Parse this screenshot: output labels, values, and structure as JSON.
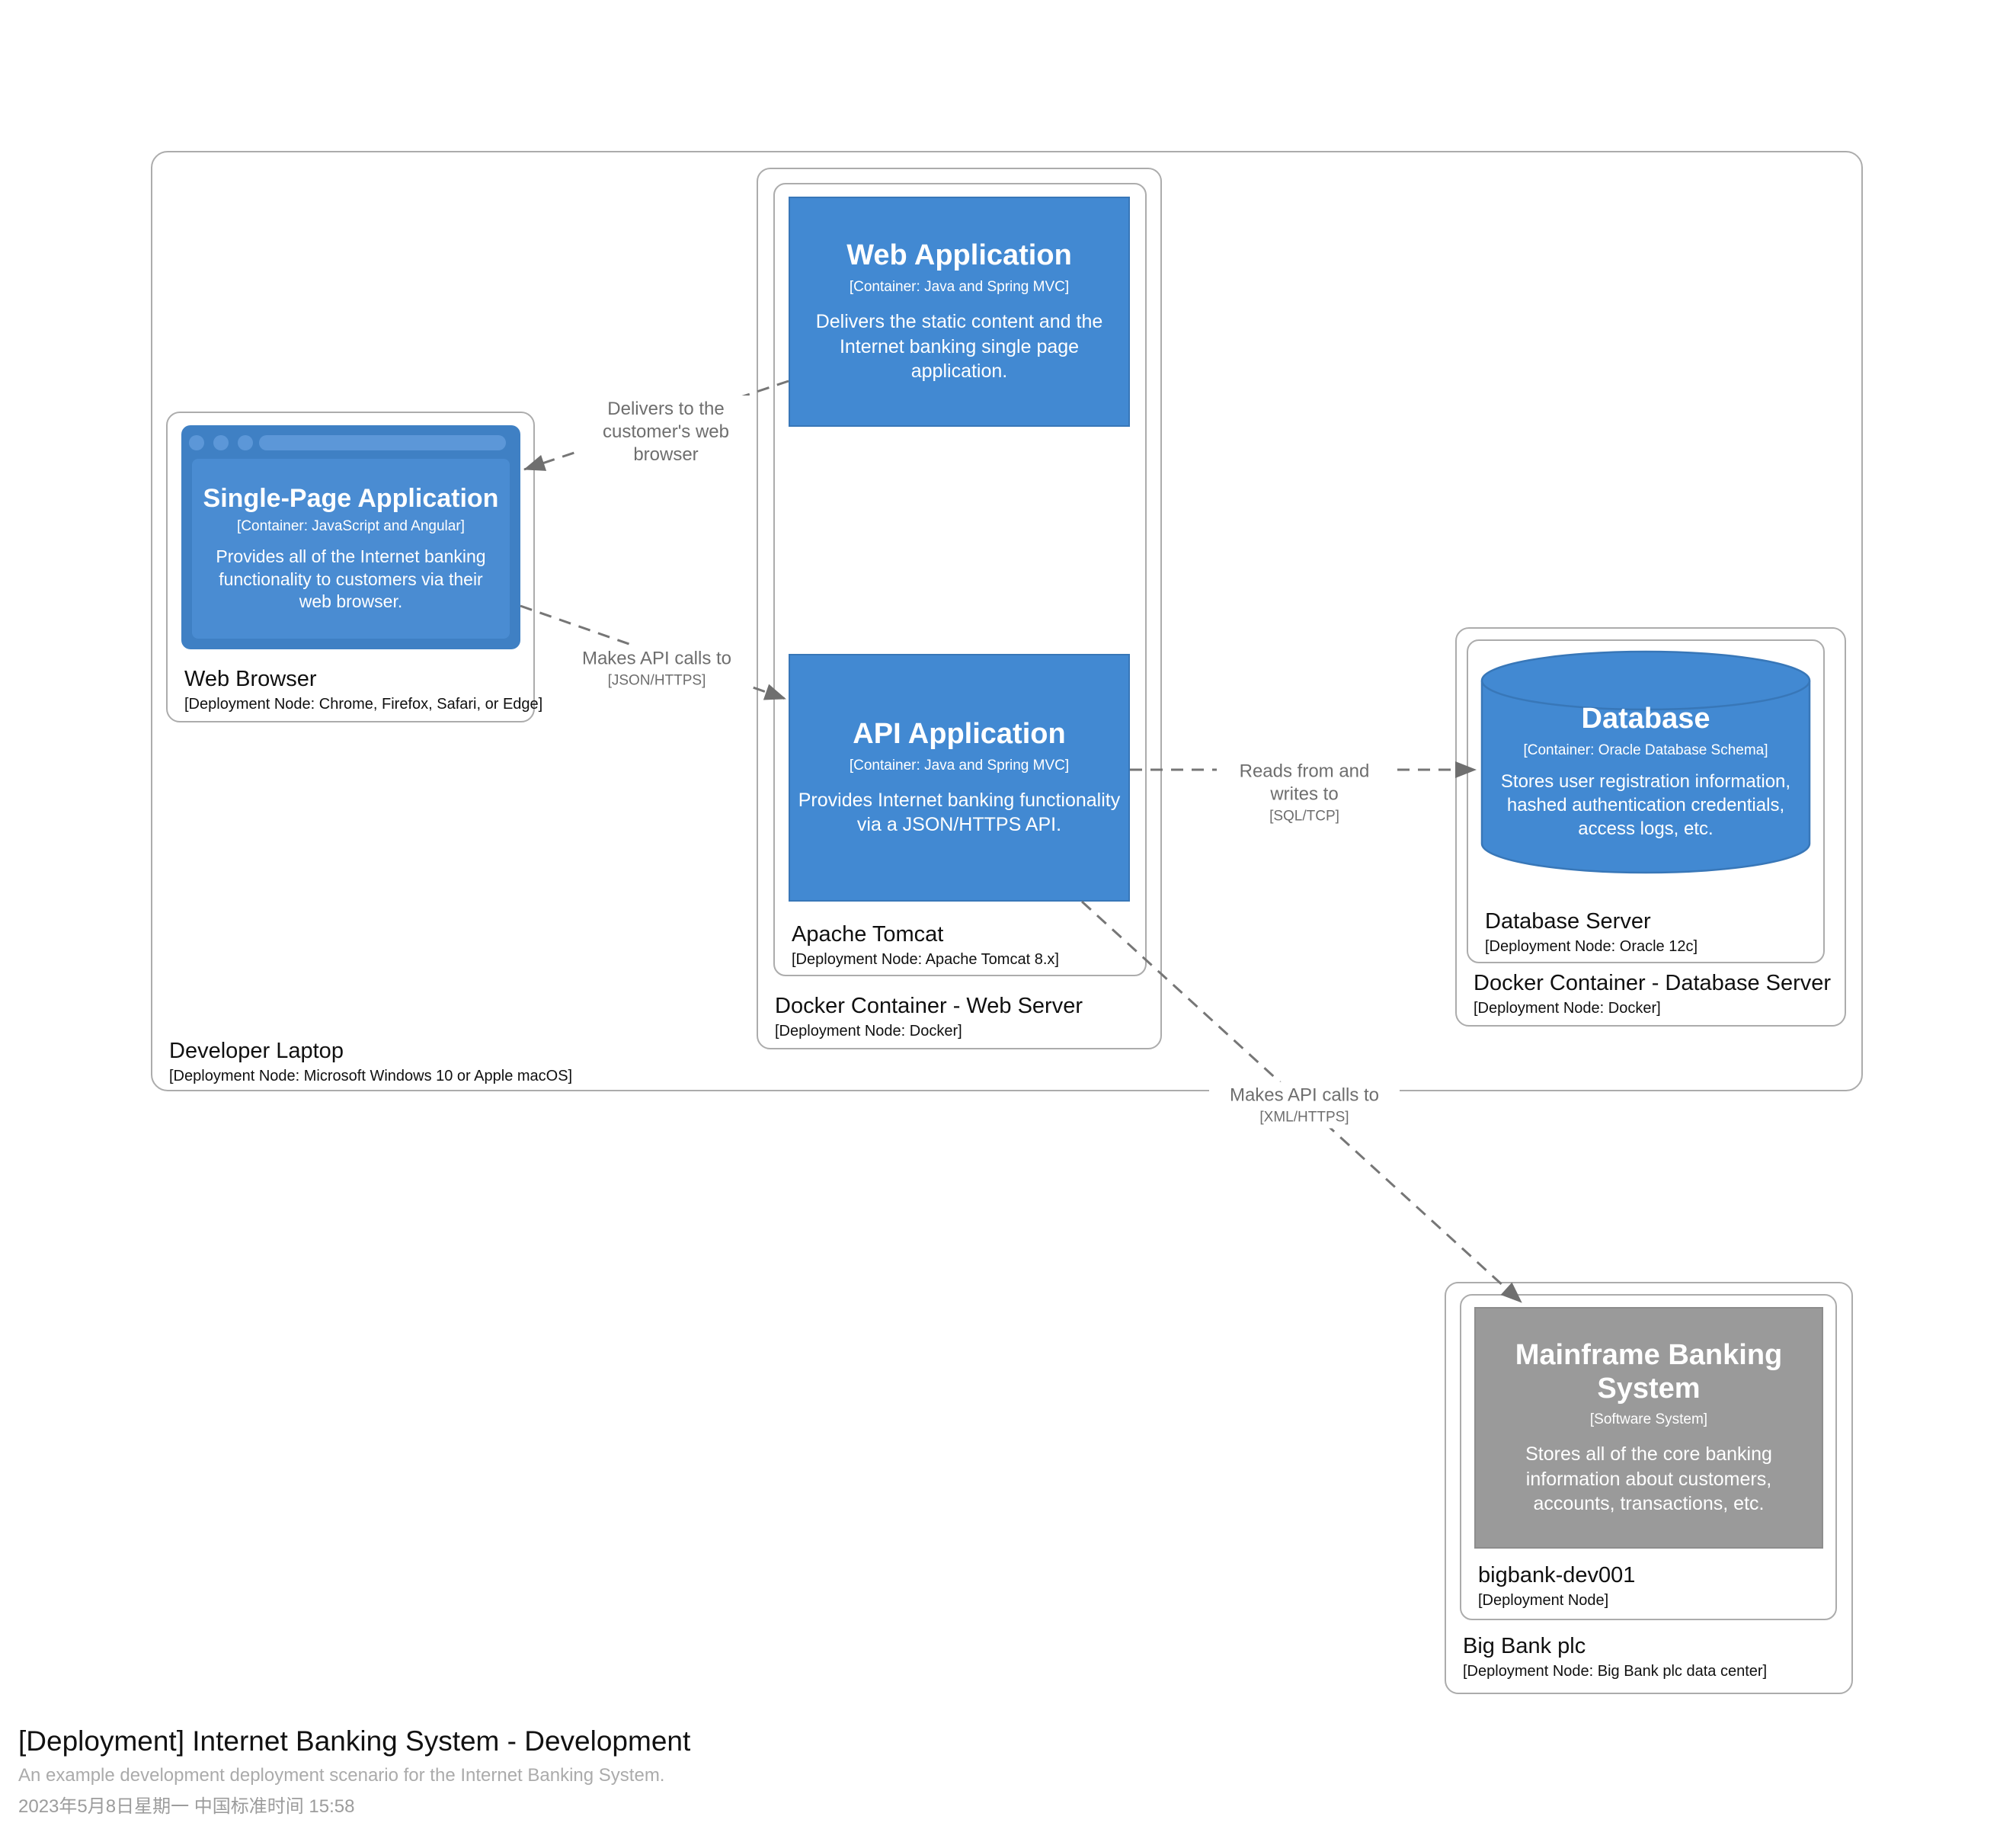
{
  "diagram": {
    "title": "[Deployment] Internet Banking System - Development",
    "subtitle": "An example development deployment scenario for the Internet Banking System.",
    "timestamp": "2023年5月8日星期一 中国标准时间 15:58"
  },
  "nodes": {
    "developer_laptop": {
      "name": "Developer Laptop",
      "meta": "[Deployment Node: Microsoft Windows 10 or Apple macOS]"
    },
    "web_browser": {
      "name": "Web Browser",
      "meta": "[Deployment Node: Chrome, Firefox, Safari, or Edge]"
    },
    "docker_web": {
      "name": "Docker Container - Web Server",
      "meta": "[Deployment Node: Docker]"
    },
    "apache_tomcat": {
      "name": "Apache Tomcat",
      "meta": "[Deployment Node: Apache Tomcat 8.x]"
    },
    "docker_db": {
      "name": "Docker Container - Database Server",
      "meta": "[Deployment Node: Docker]"
    },
    "db_server": {
      "name": "Database Server",
      "meta": "[Deployment Node: Oracle 12c]"
    },
    "big_bank": {
      "name": "Big Bank plc",
      "meta": "[Deployment Node: Big Bank plc data center]"
    },
    "bigbank_dev": {
      "name": "bigbank-dev001",
      "meta": "[Deployment Node]"
    }
  },
  "elements": {
    "spa": {
      "name": "Single-Page Application",
      "meta": "[Container: JavaScript and Angular]",
      "description": "Provides all of the Internet banking functionality to customers via their web browser."
    },
    "web_application": {
      "name": "Web Application",
      "meta": "[Container: Java and Spring MVC]",
      "description": "Delivers the static content and the Internet banking single page application."
    },
    "api_application": {
      "name": "API Application",
      "meta": "[Container: Java and Spring MVC]",
      "description": "Provides Internet banking functionality via a JSON/HTTPS API."
    },
    "database": {
      "name": "Database",
      "meta": "[Container: Oracle Database Schema]",
      "description": "Stores user registration information, hashed authentication credentials, access logs, etc."
    },
    "mainframe": {
      "name": "Mainframe Banking System",
      "meta": "[Software System]",
      "description": "Stores all of the core banking information about customers, accounts, transactions, etc."
    }
  },
  "relationships": [
    {
      "label": "Delivers to the customer's web browser",
      "protocol": ""
    },
    {
      "label": "Makes API calls to",
      "protocol": "[JSON/HTTPS]"
    },
    {
      "label": "Reads from and writes to",
      "protocol": "[SQL/TCP]"
    },
    {
      "label": "Makes API calls to",
      "protocol": "[XML/HTTPS]"
    }
  ],
  "colors": {
    "container_blue": "#4289D2",
    "container_blue_border": "#3877B8",
    "browser_frame_blue": "#3F80C4",
    "browser_accent_blue": "#5C97D8",
    "browser_panel_blue": "#4A8CD2",
    "external_system_gray": "#9A9A9A",
    "node_border_gray": "#ACACAC",
    "relationship_line_gray": "#767676",
    "relationship_text_gray": "#6E6E6E"
  }
}
